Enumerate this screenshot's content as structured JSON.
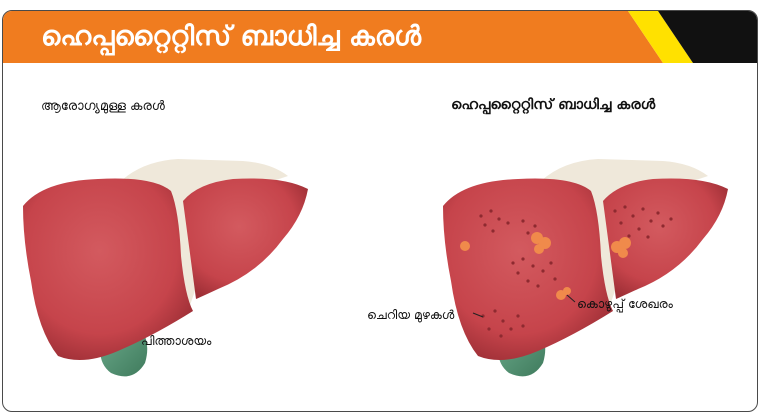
{
  "header": {
    "title": "ഹെപ്പറ്റൈറ്റിസ് ബാധിച്ച കരൾ",
    "bar_color": "#f07c1f",
    "accent_color": "#ffe100",
    "corner_color": "#111111"
  },
  "healthy": {
    "label": "ആരോഗ്യമുള്ള കരൾ",
    "gallbladder_label": "പിത്താശയം"
  },
  "hepatitis": {
    "label": "ഹെപ്പറ്റൈറ്റിസ് ബാധിച്ച കരൾ",
    "nodules_label": "ചെറിയ മുഴകൾ",
    "fat_label": "കൊഴുപ്പ് ശേഖരം"
  },
  "colors": {
    "liver": "#c8474d",
    "liver_dark": "#a8343b",
    "ligament": "#efe8da",
    "gallbladder": "#4f8d6f",
    "fat_deposit": "#f08a4b"
  }
}
